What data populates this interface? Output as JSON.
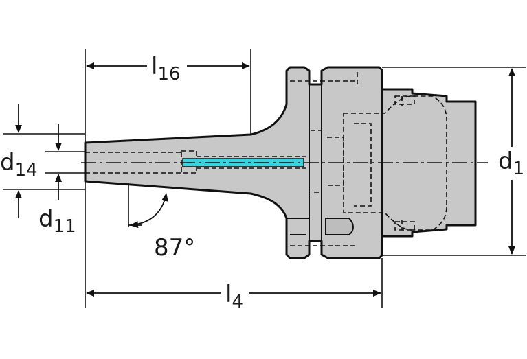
{
  "dimensions": {
    "l16": {
      "main": "l",
      "sub": "16"
    },
    "l4": {
      "main": "l",
      "sub": "4"
    },
    "d1": {
      "main": "d",
      "sub": "1"
    },
    "d14": {
      "main": "d",
      "sub": "14"
    },
    "d11": {
      "main": "d",
      "sub": "11"
    },
    "angle": "87°"
  },
  "colors": {
    "body_fill": "#c8c8c8",
    "outline": "#111111",
    "coolant_channel": "#33d6e0"
  }
}
